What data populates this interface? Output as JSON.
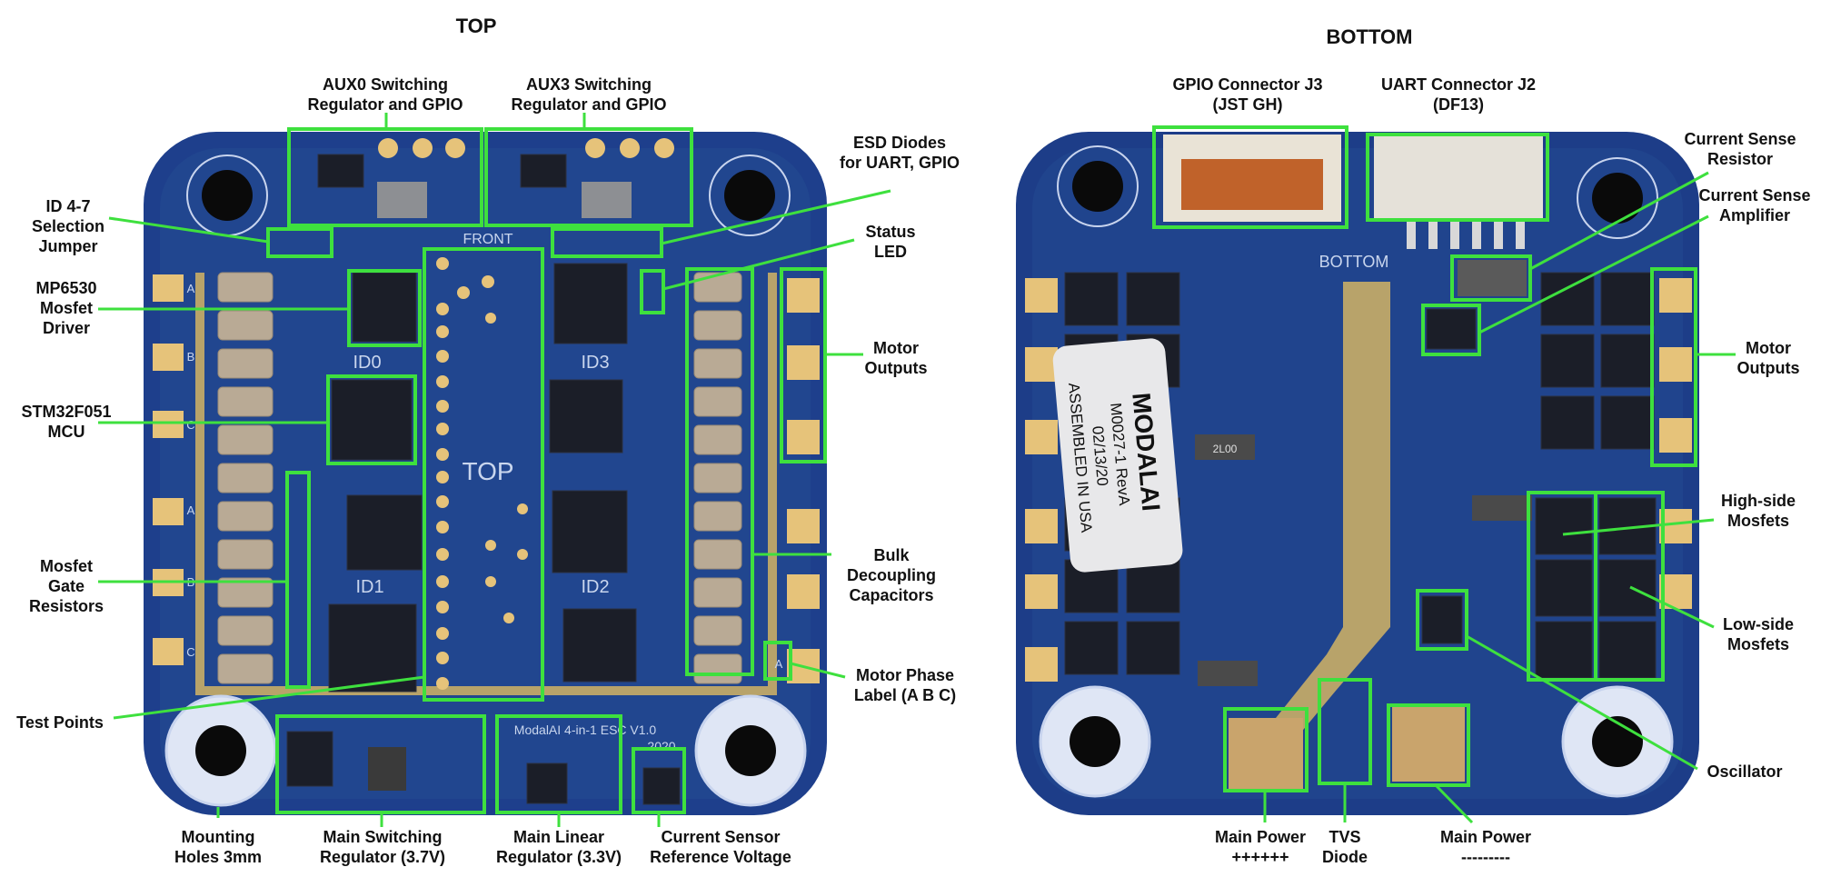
{
  "headings": {
    "top": "TOP",
    "bottom": "BOTTOM"
  },
  "top_labels": {
    "aux0": [
      "AUX0 Switching",
      "Regulator and GPIO"
    ],
    "aux3": [
      "AUX3 Switching",
      "Regulator and GPIO"
    ],
    "esd": [
      "ESD Diodes",
      "for UART, GPIO"
    ],
    "id_jumper": [
      "ID 4-7",
      "Selection",
      "Jumper"
    ],
    "mp6530": [
      "MP6530",
      "Mosfet",
      "Driver"
    ],
    "stm32": [
      "STM32F051",
      "MCU"
    ],
    "gate_res": [
      "Mosfet",
      "Gate",
      "Resistors"
    ],
    "test_points": [
      "Test Points"
    ],
    "status_led": [
      "Status",
      "LED"
    ],
    "motor_outputs": [
      "Motor",
      "Outputs"
    ],
    "bulk_caps": [
      "Bulk",
      "Decoupling",
      "Capacitors"
    ],
    "phase_label": [
      "Motor Phase",
      "Label (A B C)"
    ],
    "mounting": [
      "Mounting",
      "Holes 3mm"
    ],
    "main_sw": [
      "Main Switching",
      "Regulator (3.7V)"
    ],
    "main_lin": [
      "Main Linear",
      "Regulator (3.3V)"
    ],
    "cur_ref": [
      "Current Sensor",
      "Reference Voltage"
    ]
  },
  "bottom_labels": {
    "gpio_conn": [
      "GPIO Connector J3",
      "(JST GH)"
    ],
    "uart_conn": [
      "UART Connector J2",
      "(DF13)"
    ],
    "cs_res": [
      "Current Sense",
      "Resistor"
    ],
    "cs_amp": [
      "Current Sense",
      "Amplifier"
    ],
    "motor_outputs": [
      "Motor",
      "Outputs"
    ],
    "high_side": [
      "High-side",
      "Mosfets"
    ],
    "low_side": [
      "Low-side",
      "Mosfets"
    ],
    "oscillator": [
      "Oscillator"
    ],
    "main_pwr_pos": [
      "Main Power",
      "++++++"
    ],
    "tvs": [
      "TVS",
      "Diode"
    ],
    "main_pwr_neg": [
      "Main Power",
      "---------"
    ]
  },
  "board_silkscreen": {
    "top": {
      "front": "FRONT",
      "top": "TOP",
      "id0": "ID0",
      "id1": "ID1",
      "id2": "ID2",
      "id3": "ID3",
      "title": "ModalAI 4-in-1 ESC V1.0",
      "year": "2020",
      "phases": [
        "A",
        "B",
        "C",
        "A",
        "B",
        "C",
        "A"
      ]
    },
    "bottom": {
      "bottom": "BOTTOM",
      "sticker": [
        "MODALAI",
        "M0027-1 RevA",
        "02/13/20",
        "ASSEMBLED IN USA"
      ],
      "res_code": "2L00"
    }
  },
  "colors": {
    "highlight": "#3ee03e",
    "board": "#1e3f8c",
    "pad": "#e6c37a"
  }
}
